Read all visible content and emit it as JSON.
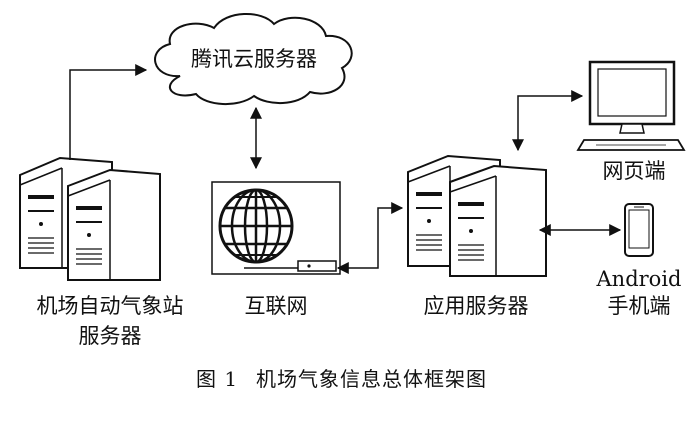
{
  "nodes": {
    "cloud": {
      "label": "腾讯云服务器"
    },
    "airport_server": {
      "label_line1": "机场自动气象站",
      "label_line2": "服务器"
    },
    "internet": {
      "label": "互联网"
    },
    "app_server": {
      "label": "应用服务器"
    },
    "web": {
      "label": "网页端"
    },
    "android": {
      "label_line1": "Android",
      "label_line2": "手机端"
    }
  },
  "caption": {
    "figure_no": "图 1",
    "title": "机场气象信息总体框架图"
  }
}
